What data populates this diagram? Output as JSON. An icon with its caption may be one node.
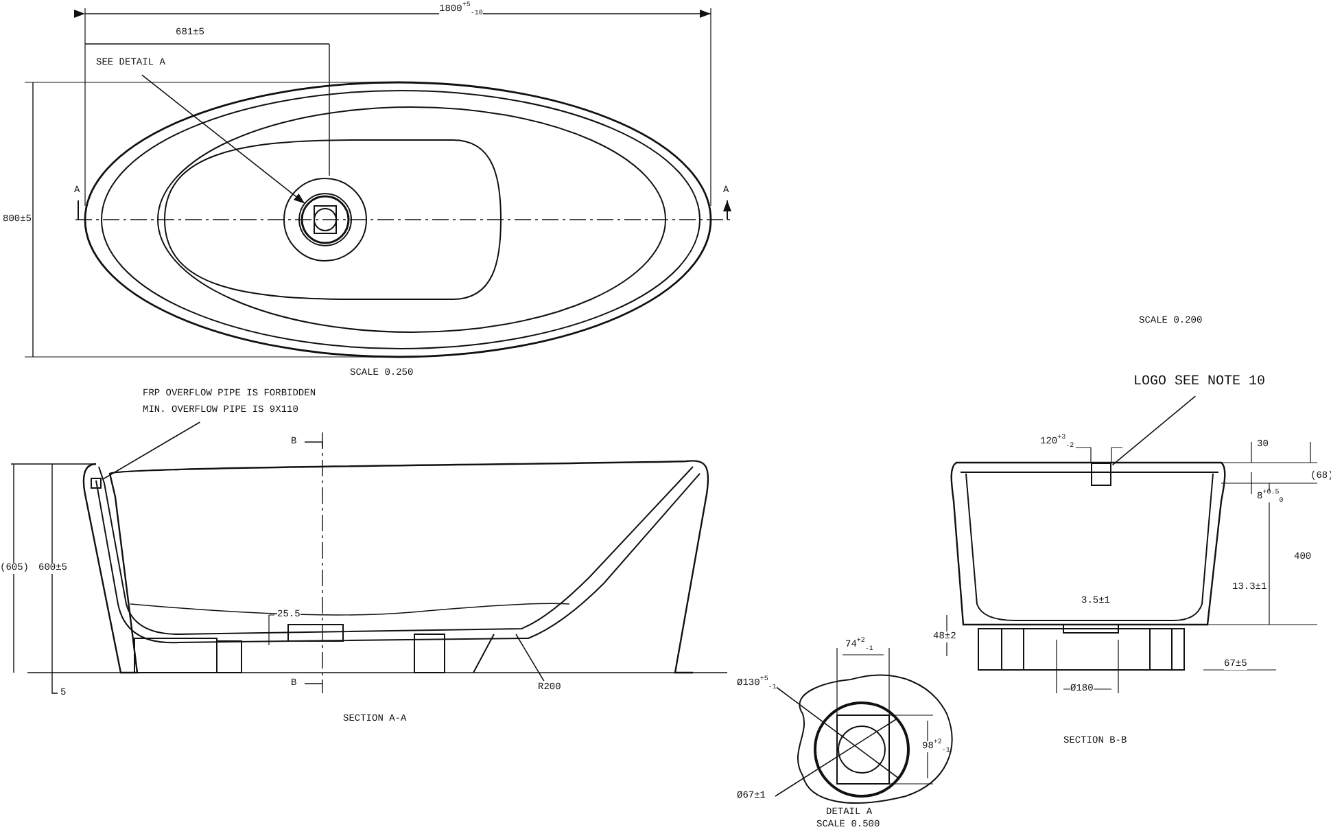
{
  "diagram": {
    "nodes": [
      {
        "text": [
          "SEE DETAIL A"
        ]
      },
      {
        "text": [],
        "shape": "circle"
      },
      {
        "text": [
          "FRP OVERFLOW PIPE IS FORBIDDEN",
          "MIN. OVERFLOW PIPE IS 9X110"
        ]
      },
      {
        "text": [],
        "shape": "box"
      },
      {
        "text": [
          "LOGO SEE NOTE 10"
        ]
      },
      {
        "text": [
          "R200"
        ]
      },
      {
        "text": [],
        "shape": "box"
      }
    ],
    "edges": [
      {
        "from": 0,
        "to": 1,
        "arrow": "to"
      },
      {
        "from": 2,
        "to": 3,
        "arrow": "none"
      },
      {
        "from": 4,
        "to": 6,
        "arrow": "none"
      },
      {
        "from": 5,
        "to": null,
        "arrow": "none"
      }
    ],
    "labels": [
      "1800$^{+5}$$_{-10}$",
      "681±5",
      "800±5",
      "A",
      "A",
      "SCALE 0.250",
      "SCALE 0.200",
      "B",
      "B",
      "(605)",
      "600±5",
      "5",
      "25.5",
      "SECTION A-A",
      "120$^{+3}$$_{-2}$",
      "30",
      "(68)",
      "8$^{+0.5}$$_{0}$",
      "400",
      "13.3±1",
      "3.5±1",
      "48±2",
      "67±5",
      "Ø180",
      "SECTION B-B",
      "74$^{+2}$$_{-1}$",
      "Ø130$^{+5}$$_{-1}$",
      "98$^{+2}$$_{-1}$",
      "Ø67±1",
      "DETAIL A",
      "SCALE 0.500"
    ]
  }
}
